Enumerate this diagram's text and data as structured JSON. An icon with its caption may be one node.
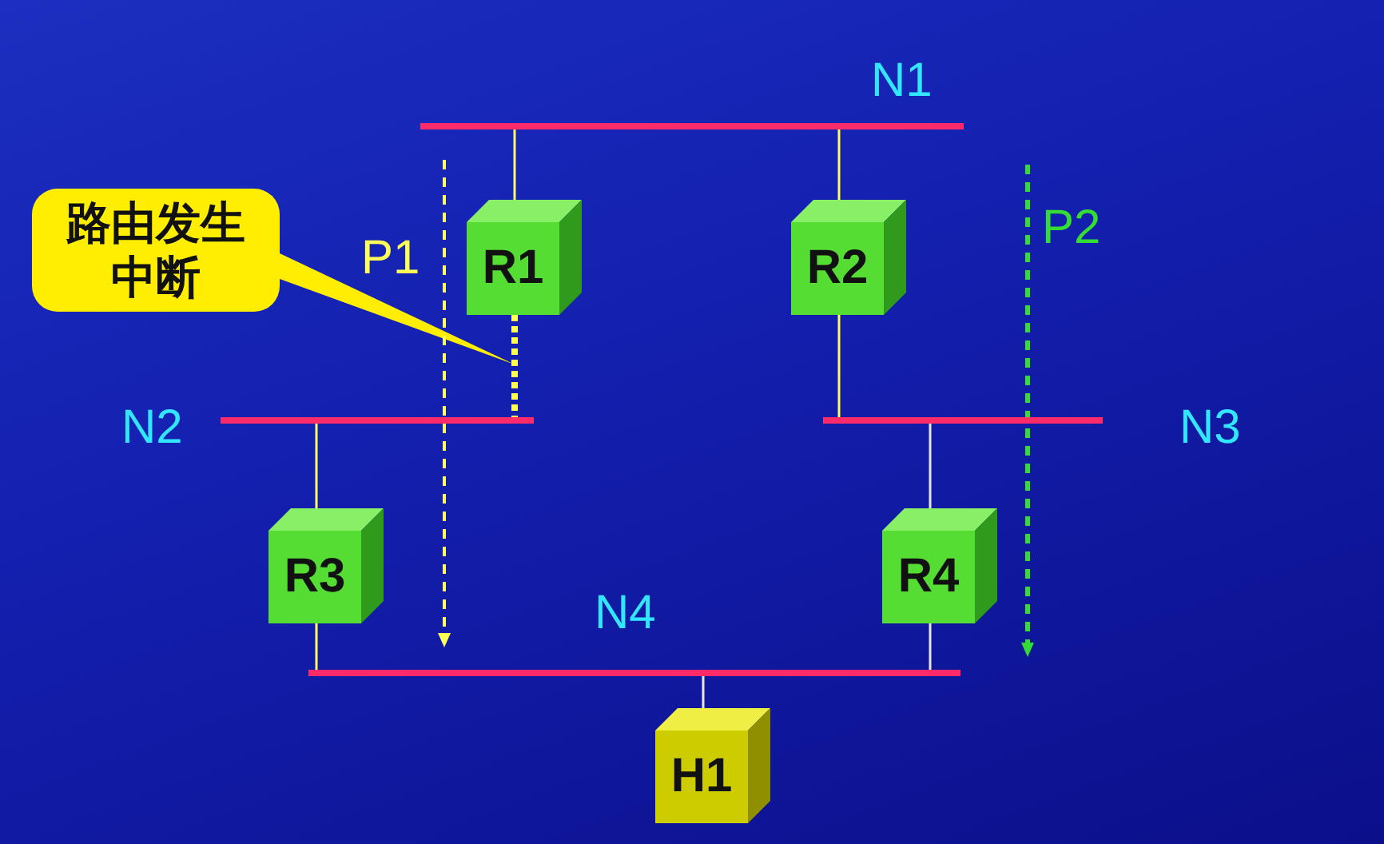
{
  "diagram": {
    "nodes": [
      {
        "text": [],
        "shape": "bar",
        "beside": [
          "N1"
        ]
      },
      {
        "text": [
          "路由发生中断"
        ]
      },
      {
        "text": [
          "R1"
        ]
      },
      {
        "text": [
          "R2"
        ]
      },
      {
        "text": [],
        "shape": "bar",
        "beside": [
          "N2"
        ]
      },
      {
        "text": [],
        "shape": "bar",
        "beside": [
          "N3"
        ]
      },
      {
        "text": [
          "R3"
        ]
      },
      {
        "text": [
          "R4"
        ]
      },
      {
        "text": [],
        "shape": "bar",
        "beside": [
          "N4"
        ]
      },
      {
        "text": [
          "H1"
        ]
      }
    ],
    "edges": [
      {
        "from": 2,
        "to": 0,
        "arrow": "none"
      },
      {
        "from": 3,
        "to": 0,
        "arrow": "none"
      },
      {
        "from": 2,
        "to": 4,
        "arrow": "none",
        "style": "dashed"
      },
      {
        "from": 3,
        "to": 5,
        "arrow": "none"
      },
      {
        "from": 6,
        "to": 4,
        "arrow": "none"
      },
      {
        "from": 6,
        "to": 8,
        "arrow": "none"
      },
      {
        "from": 7,
        "to": 5,
        "arrow": "none",
        "color": "#e6e6e6"
      },
      {
        "from": 7,
        "to": 8,
        "arrow": "none",
        "color": "#e6e6e6"
      },
      {
        "from": 9,
        "to": 8,
        "arrow": "none",
        "color": "#e6e6e6"
      },
      {
        "from": 1,
        "to": null,
        "arrow": "to"
      }
    ],
    "labels": [
      "P1",
      "P2"
    ]
  }
}
